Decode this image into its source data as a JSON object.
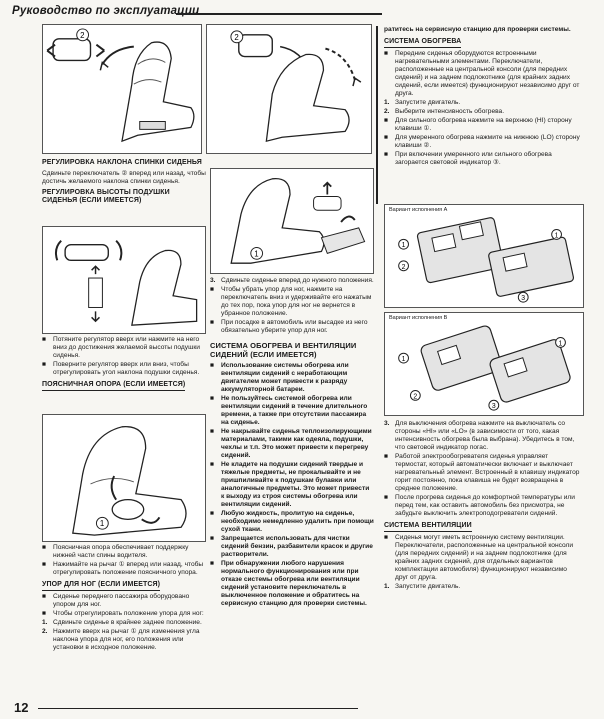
{
  "header": {
    "title": "Руководство по эксплуатации"
  },
  "page_number": "12",
  "left": {
    "backrest": {
      "heading": "РЕГУЛИРОВКА НАКЛОНА СПИНКИ СИДЕНЬЯ",
      "text": "Сдвиньте переключатель ② вперед или назад, чтобы достичь желаемого наклона спинки сиденья."
    },
    "cushion": {
      "heading": "РЕГУЛИРОВКА ВЫСОТЫ ПОДУШКИ СИДЕНЬЯ (ЕСЛИ ИМЕЕТСЯ)",
      "items": [
        "Потяните регулятор вверх или нажмите на него вниз до достижения желаемой высоты подушки сиденья.",
        "Поверните регулятор вверх или вниз, чтобы отрегулировать угол наклона подушки сиденья."
      ]
    },
    "lumbar": {
      "heading": "ПОЯСНИЧНАЯ ОПОРА (ЕСЛИ ИМЕЕТСЯ)",
      "items": [
        "Поясничная опора обеспечивает поддержку нижней части спины водителя.",
        "Нажимайте на рычаг ① вперед или назад, чтобы отрегулировать положение поясничного упора."
      ]
    },
    "footrest": {
      "heading": "УПОР ДЛЯ НОГ (ЕСЛИ ИМЕЕТСЯ)",
      "items": [
        "Сиденье переднего пассажира оборудовано упором для ног.",
        "Чтобы отрегулировать положение упора для ног:"
      ],
      "steps": [
        {
          "n": "1.",
          "text": "Сдвиньте сиденье в крайнее заднее положение."
        },
        {
          "n": "2.",
          "text": "Нажмите вверх на рычаг ① для изменения угла наклона упора для ног, его положения или установки в исходное положение."
        }
      ]
    }
  },
  "middle": {
    "step3": {
      "n": "3.",
      "text": "Сдвиньте сиденье вперед до нужного положения."
    },
    "items": [
      "Чтобы убрать упор для ног, нажмите на переключатель вниз и удерживайте его нажатым до тех пор, пока упор для ног не вернется в убранное положение.",
      "При посадке в автомобиль или высадке из него обязательно уберите упор для ног."
    ],
    "heating": {
      "heading": "СИСТЕМА ОБОГРЕВА И ВЕНТИЛЯЦИИ СИДЕНИЙ (ЕСЛИ ИМЕЕТСЯ)",
      "warnings": [
        "Использование системы обогрева или вентиляции сидений с неработающим двигателем может привести к разряду аккумуляторной батареи.",
        "Не пользуйтесь системой обогрева или вентиляции сидений в течение длительного времени, а также при отсутствии пассажира на сиденье.",
        "Не накрывайте сиденья теплоизолирующими материалами, такими как одеяла, подушки, чехлы и т.п. Это может привести к перегреву сидений.",
        "Не кладите на подушки сидений твердые и тяжелые предметы, не прокалывайте и не пришпиливайте к подушкам булавки или аналогичные предметы. Это может привести к выходу из строя системы обогрева или вентиляции сидений.",
        "Любую жидкость, пролитую на сиденье, необходимо немедленно удалить при помощи сухой ткани.",
        "Запрещается использовать для чистки сидений бензин, разбавители красок и другие растворители.",
        "При обнаружении любого нарушения нормального функционирования или при отказе системы обогрева или вентиляции сидений установите переключатель в выключенное положение и обратитесь на сервисную станцию для проверки системы."
      ]
    }
  },
  "right": {
    "top_continuation": "ратитесь на сервисную станцию для проверки системы.",
    "heating": {
      "heading": "СИСТЕМА ОБОГРЕВА",
      "items": [
        "Передние сиденья оборудуются встроенными нагревательными элементами. Переключатели, расположенные на центральной консоли (для передних сидений) и на заднем подлокотнике (для крайних задних сидений, если имеется) функционируют независимо друг от друга."
      ],
      "steps": [
        {
          "n": "1.",
          "text": "Запустите двигатель."
        },
        {
          "n": "2.",
          "text": "Выберите интенсивность обогрева."
        }
      ],
      "subitems": [
        "Для сильного обогрева нажмите на верхнюю (HI) сторону клавиши ①.",
        "Для умеренного обогрева нажмите на нижнюю (LO) сторону клавиши ②.",
        "При включении умеренного или сильного обогрева загорается световой индикатор ③."
      ]
    },
    "fig_a_caption": "Вариант исполнения A",
    "fig_b_caption": "Вариант исполнения B",
    "step3": {
      "n": "3.",
      "text": "Для выключения обогрева нажмите на выключатель со стороны «HI» или «LO» (в зависимости от того, какая интенсивность обогрева была выбрана). Убедитесь в том, что световой индикатор погас."
    },
    "after": [
      "Работой электрообогревателя сиденья управляет термостат, который автоматически включает и выключает нагревательный элемент. Встроенный в клавишу индикатор горит постоянно, пока клавиша не будет возвращена в среднее положение.",
      "После прогрева сиденья до комфортной температуры или перед тем, как оставить автомобиль без присмотра, не забудьте выключить электроподогреватели сидений."
    ],
    "ventilation": {
      "heading": "СИСТЕМА ВЕНТИЛЯЦИИ",
      "items": [
        "Сиденья могут иметь встроенную систему вентиляции. Переключатели, расположенные на центральной консоли (для передних сидений) и на заднем подлокотнике (для крайних задних сидений, для отдельных вариантов комплектации автомобиля) функционируют независимо друг от друга."
      ],
      "steps": [
        {
          "n": "1.",
          "text": "Запустите двигатель."
        }
      ]
    }
  }
}
